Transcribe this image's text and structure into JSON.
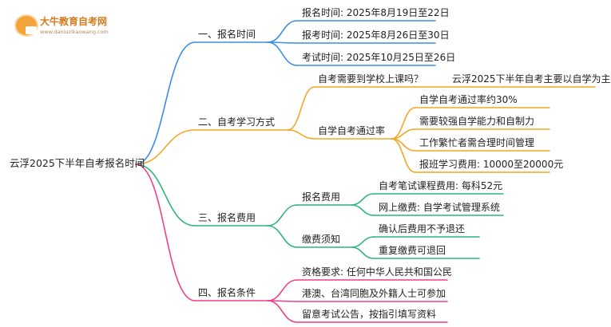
{
  "logo": {
    "name": "大牛教育自考网",
    "url": "www.daniuzikaowang.com"
  },
  "root": "云浮2025下半年自考报名时间",
  "colors": {
    "blue": "#3a8ee6",
    "orange": "#f5a623",
    "green": "#2fb67a",
    "pink": "#ef3f8a"
  },
  "branches": [
    {
      "label": "一、报名时间",
      "children": [
        {
          "label": "报名时间: 2025年8月19日至22日"
        },
        {
          "label": "报考时间: 2025年8月26日至30日"
        },
        {
          "label": "考试时间: 2025年10月25日至26日"
        }
      ]
    },
    {
      "label": "二、自考学习方式",
      "children": [
        {
          "label": "自考需要到学校上课吗？",
          "children": [
            {
              "label": "云浮2025下半年自考主要以自学为主"
            }
          ]
        },
        {
          "label": "自学自考通过率",
          "children": [
            {
              "label": "自学自考通过率约30%"
            },
            {
              "label": "需要较强自学能力和自制力"
            },
            {
              "label": "工作繁忙者需合理时间管理"
            },
            {
              "label": "报班学习费用: 10000至20000元"
            }
          ]
        }
      ]
    },
    {
      "label": "三、报名费用",
      "children": [
        {
          "label": "报名费用",
          "children": [
            {
              "label": "自考笔试课程费用: 每科52元"
            },
            {
              "label": "网上缴费: 自学考试管理系统"
            }
          ]
        },
        {
          "label": "缴费须知",
          "children": [
            {
              "label": "确认后费用不予退还"
            },
            {
              "label": "重复缴费可退回"
            }
          ]
        }
      ]
    },
    {
      "label": "四、报名条件",
      "children": [
        {
          "label": "资格要求: 任何中华人民共和国公民"
        },
        {
          "label": "港澳、台湾同胞及外籍人士可参加"
        },
        {
          "label": "留意考试公告，按指引填写资料"
        }
      ]
    }
  ]
}
